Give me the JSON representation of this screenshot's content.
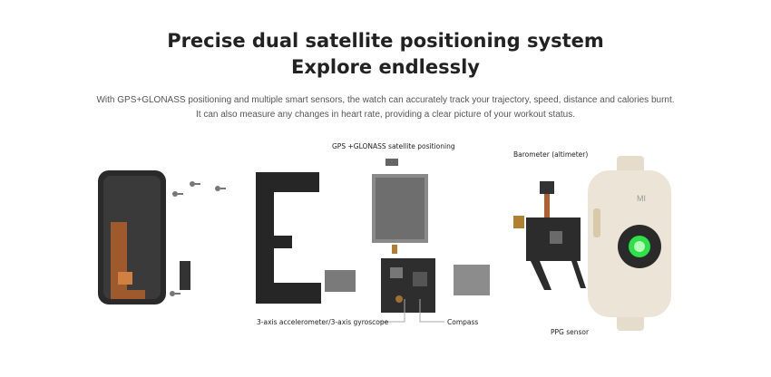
{
  "header": {
    "title_line1": "Precise dual satellite positioning system",
    "title_line2": "Explore endlessly"
  },
  "description": {
    "line1": "With GPS+GLONASS positioning and multiple smart sensors, the watch can accurately track your trajectory, speed, distance and calories burnt.",
    "line2": "It can also measure any changes in heart rate, providing a clear picture of your workout status."
  },
  "labels": {
    "gps": "GPS +GLONASS satellite positioning",
    "barometer": "Barometer  (altimeter)",
    "accel": "3-axis accelerometer/3-axis gyroscope",
    "compass": "Compass",
    "ppg": "PPG sensor",
    "logo": "MI"
  },
  "colors": {
    "ppg_light": "#2ee04a",
    "case": "#ece4d6"
  }
}
